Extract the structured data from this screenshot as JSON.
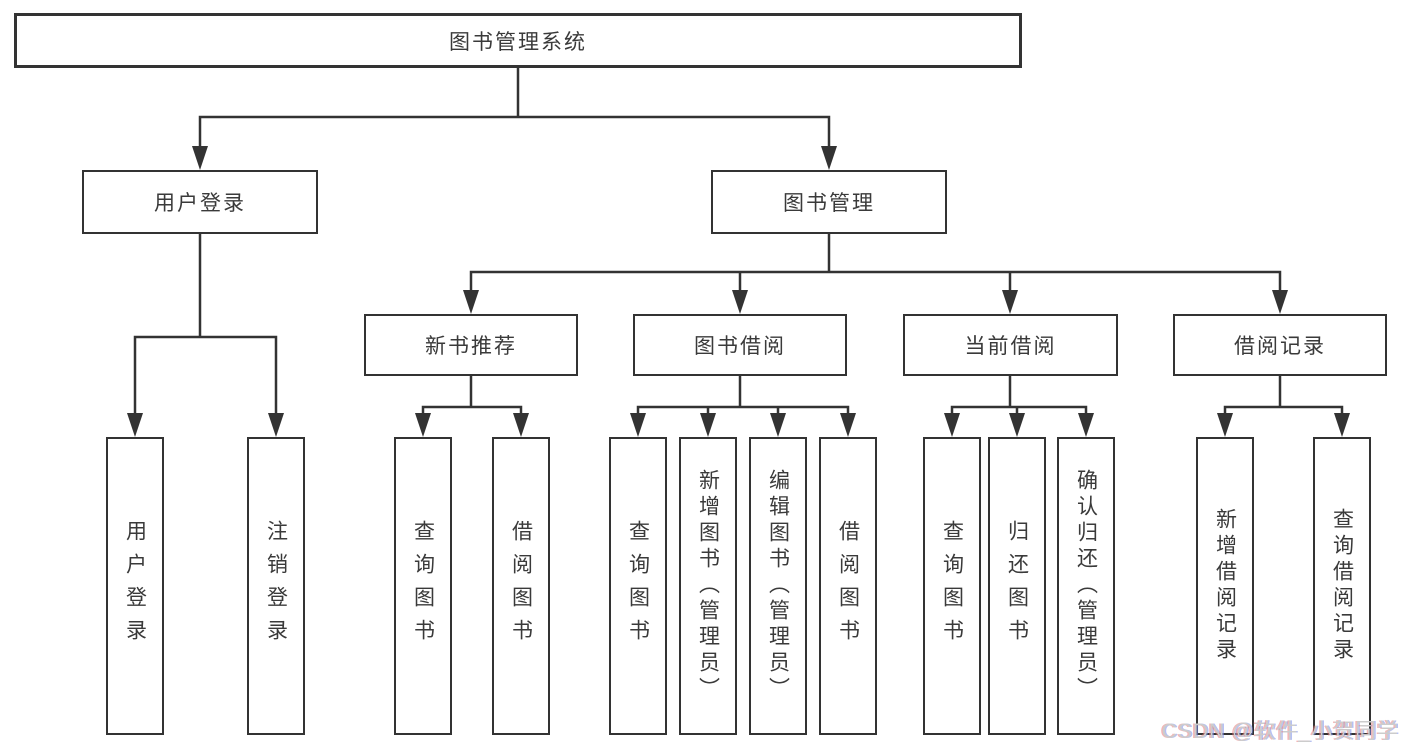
{
  "tree": {
    "root": {
      "label": "图书管理系统",
      "children": [
        {
          "label": "用户登录",
          "children": [
            {
              "label": "用户登录"
            },
            {
              "label": "注销登录"
            }
          ]
        },
        {
          "label": "图书管理",
          "children": [
            {
              "label": "新书推荐",
              "children": [
                {
                  "label": "查询图书"
                },
                {
                  "label": "借阅图书"
                }
              ]
            },
            {
              "label": "图书借阅",
              "children": [
                {
                  "label": "查询图书"
                },
                {
                  "label": "新增图书（管理员）"
                },
                {
                  "label": "编辑图书（管理员）"
                },
                {
                  "label": "借阅图书"
                }
              ]
            },
            {
              "label": "当前借阅",
              "children": [
                {
                  "label": "查询图书"
                },
                {
                  "label": "归还图书"
                },
                {
                  "label": "确认归还（管理员）"
                }
              ]
            },
            {
              "label": "借阅记录",
              "children": [
                {
                  "label": "新增借阅记录"
                },
                {
                  "label": "查询借阅记录"
                }
              ]
            }
          ]
        }
      ]
    }
  },
  "watermark": {
    "text": "CSDN @软件_小贺同学"
  },
  "colors": {
    "line": "#333333",
    "text": "#3a3a3a",
    "bg": "#ffffff",
    "watermark": "#cccccc"
  }
}
